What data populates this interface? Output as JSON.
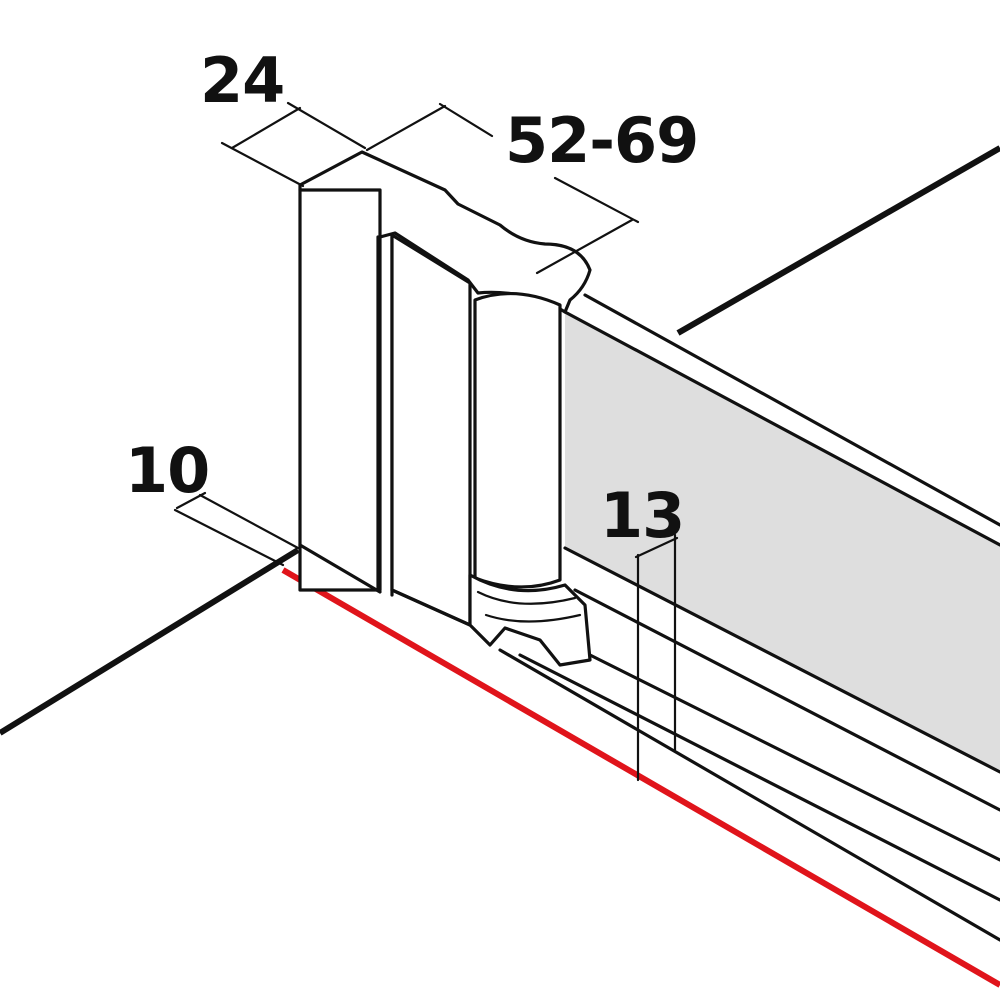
{
  "dimensions": {
    "width_top": "24",
    "adjust_range": "52-69",
    "offset_bottom": "10",
    "profile_height": "13"
  },
  "colors": {
    "line": "#111111",
    "glass": "#dedede",
    "floor_seal": "#e0141b",
    "background": "#ffffff"
  }
}
